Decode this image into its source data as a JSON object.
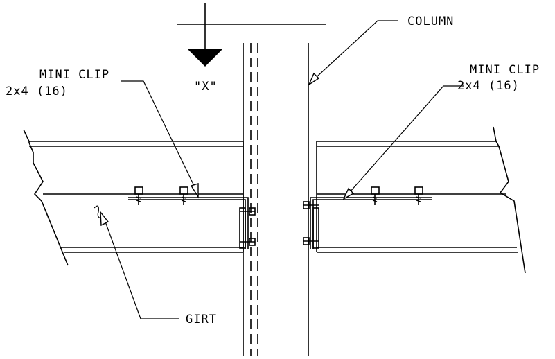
{
  "labels": {
    "section_mark": "\"X\"",
    "column": "COLUMN",
    "clip_left_line1": "MINI CLIP",
    "clip_left_line2": "2x4 (16)",
    "clip_right_line1": "MINI CLIP",
    "clip_right_line2": "2x4 (16)",
    "girt": "GIRT"
  }
}
